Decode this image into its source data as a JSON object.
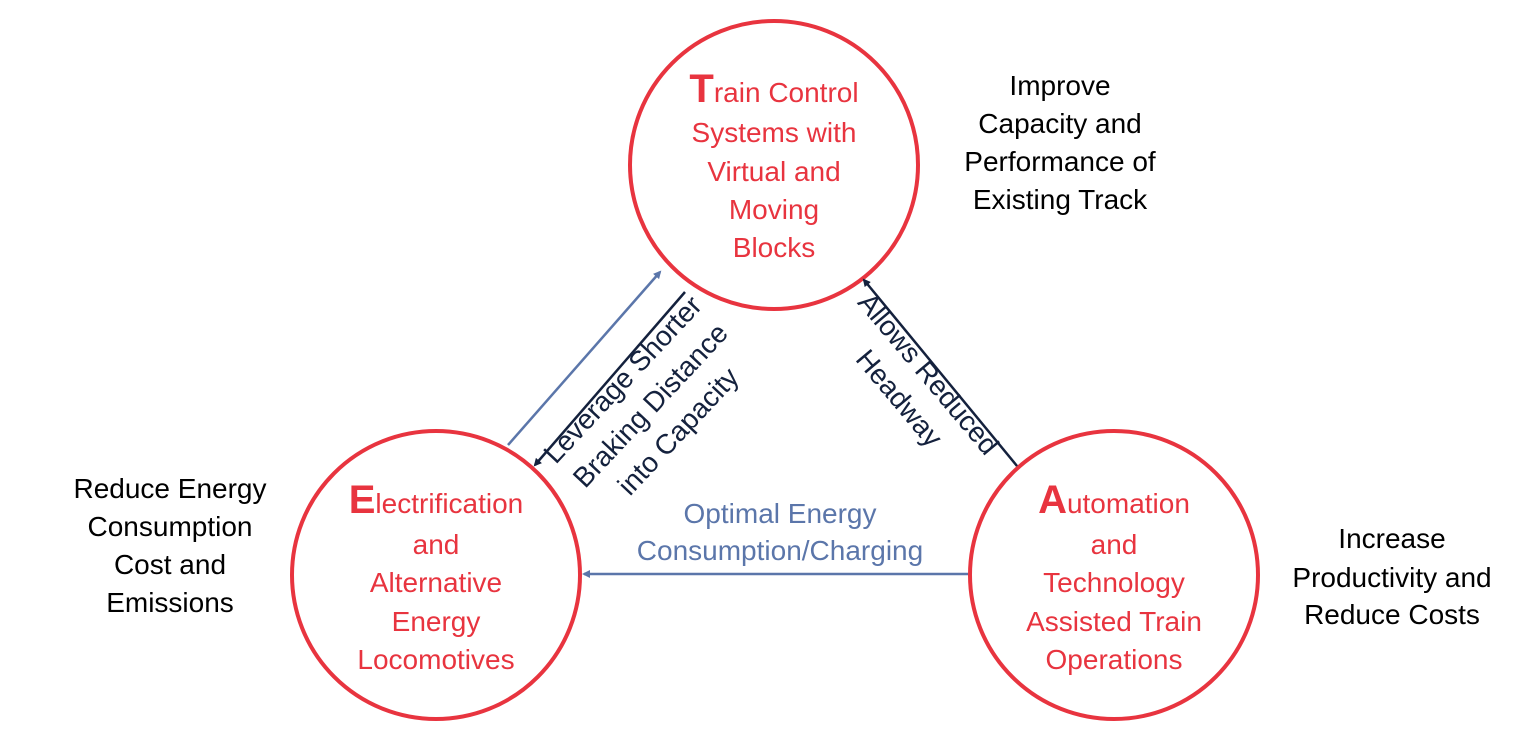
{
  "colors": {
    "circle": "#e8343f",
    "navy": "#14213d",
    "blue": "#5b76aa"
  },
  "nodes": {
    "train_control": {
      "initial": "T",
      "lines": [
        "rain Control",
        "Systems with",
        "Virtual and",
        "Moving",
        "Blocks"
      ]
    },
    "electrification": {
      "initial": "E",
      "lines": [
        "lectrification",
        "and",
        "Alternative",
        "Energy",
        "Locomotives"
      ]
    },
    "automation": {
      "initial": "A",
      "lines": [
        "utomation",
        "and",
        "Technology",
        "Assisted Train",
        "Operations"
      ]
    }
  },
  "outcomes": {
    "capacity": [
      "Improve",
      "Capacity and",
      "Performance of",
      "Existing Track"
    ],
    "energy": [
      "Reduce Energy",
      "Consumption",
      "Cost and",
      "Emissions"
    ],
    "productivity": [
      "Increase",
      "Productivity and",
      "Reduce Costs"
    ]
  },
  "links": {
    "braking": [
      "Leverage Shorter",
      "Braking Distance",
      "into Capacity"
    ],
    "headway": [
      "Allows Reduced",
      "Headway"
    ],
    "energy": [
      "Optimal Energy",
      "Consumption/Charging"
    ]
  }
}
